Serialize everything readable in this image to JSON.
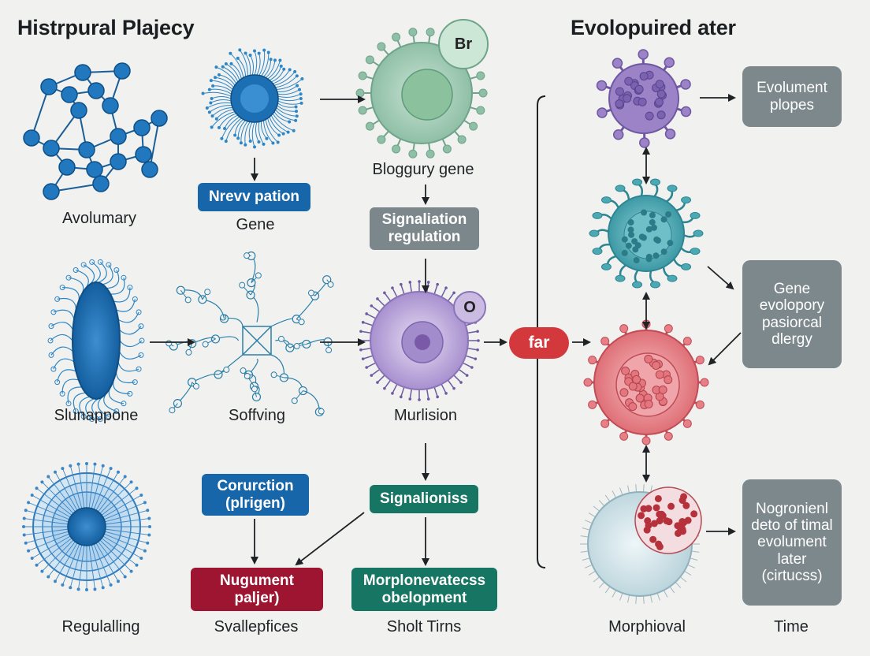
{
  "titles": {
    "left": "Histrpural Plajecy",
    "right": "Evolopuired ater"
  },
  "labels": {
    "avolumary": "Avolumary",
    "gene": "Gene",
    "bloggury": "Bloggury gene",
    "slunappone": "Slunappone",
    "soffving": "Soffving",
    "murlision": "Murlision",
    "regulalling": "Regulalling",
    "svallepfices": "Svallepfices",
    "sholt": "Sholt Tirns",
    "morphioval": "Morphioval",
    "time": "Time"
  },
  "boxes": {
    "nrevv": "Nrevv pation",
    "signaliation": "Signaliation regulation",
    "corurction": "Corurction (plrigen)",
    "signalioniss": "Signalioniss",
    "nugument": "Nugument paljer)",
    "morplonevatecss": "Morplonevatecss obelopment",
    "evolument_plopes": "Evolument plopes",
    "gene_evolopory": "Gene evolopory pasiorcal dlergy",
    "nogronienl": "Nogronienl deto of timal evolument later (cirtucss)"
  },
  "badges": {
    "br": "Br",
    "o": "O"
  },
  "pill": "far",
  "colors": {
    "background": "#f1f1f0",
    "blue_box": "#1766a9",
    "gray_box": "#7c878b",
    "teal_box": "#177563",
    "red_box": "#9d1531",
    "pill": "#d3383c",
    "network_blue": "#1f74b8",
    "cell_green": "#a9cdb9",
    "cell_purple": "#9a80c4",
    "cell_teal": "#4ba9b3",
    "cell_red": "#e67f86"
  },
  "icons": [
    "molecular-network-icon",
    "radial-neuron-icon",
    "green-cell-icon",
    "bacterium-icon",
    "branching-network-icon",
    "purple-cell-icon",
    "layered-cell-icon",
    "purple-virus-icon",
    "teal-virus-icon",
    "red-cell-icon",
    "large-cell-icon"
  ]
}
